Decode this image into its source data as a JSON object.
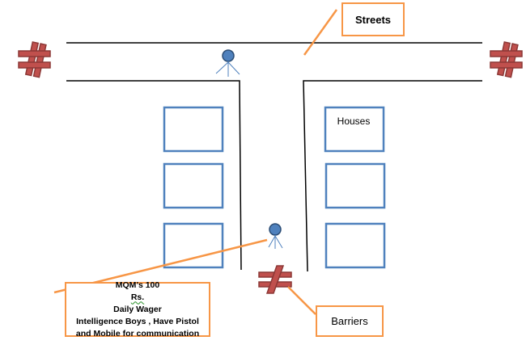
{
  "labels": {
    "streets": "Streets",
    "houses": "Houses",
    "barriers": "Barriers",
    "wager_line1_a": "MQM’s 100 ",
    "wager_line1_b": "Rs.",
    "wager_line1_c": " Daily Wager",
    "wager_line2": "Intelligence Boys , Have Pistol",
    "wager_line3": "and Mobile for communication"
  },
  "colors": {
    "street_line": "#000000",
    "house_border": "#4f81bd",
    "callout_border": "#f79646",
    "person_fill": "#4f81bd",
    "barrier_fill": "#c0504d",
    "barrier_stroke": "#8c3836"
  },
  "icons": {
    "person": "person-icon",
    "barrier": "barrier-icon"
  }
}
